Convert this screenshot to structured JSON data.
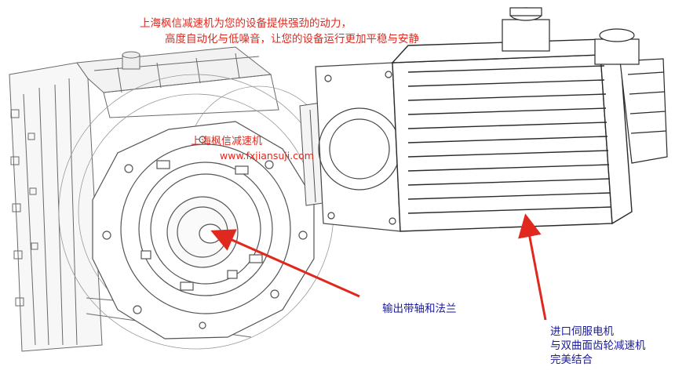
{
  "headline": {
    "line1": "上海枫信减速机为您的设备提供强劲的动力，",
    "line2": "高度自动化与低噪音，让您的设备运行更加平稳与安静"
  },
  "watermark": {
    "brand": "上海枫信减速机",
    "url": "www.fxjiansuji.com"
  },
  "callouts": {
    "output": {
      "label": "输出带轴和法兰"
    },
    "motor": {
      "lines": [
        "进口伺服电机",
        "与双曲面齿轮减速机",
        "完美结合"
      ]
    }
  },
  "colors": {
    "annotation_red": "#e0281e",
    "watermark_blue": "#1a1a9a",
    "line_gray": "#6a6a6a",
    "motor_dark": "#2a2a2a"
  }
}
